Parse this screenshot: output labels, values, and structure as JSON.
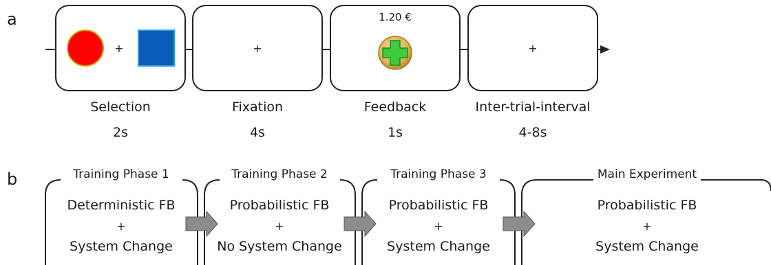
{
  "panel_a": {
    "letter": "a",
    "stages": [
      {
        "name": "Selection",
        "duration": "2s"
      },
      {
        "name": "Fixation",
        "duration": "4s"
      },
      {
        "name": "Feedback",
        "duration": "1s",
        "amount": "1.20 €"
      },
      {
        "name": "Inter-trial-interval",
        "duration": "4-8s"
      }
    ],
    "fixation_symbol": "+",
    "stimuli": {
      "circle_color": "#ff0000",
      "square_color": "#0b5cb8",
      "coin_color": "#e1b85a",
      "cross_color": "#3ecb3e"
    }
  },
  "panel_b": {
    "letter": "b",
    "phases": [
      {
        "title": "Training Phase 1",
        "line1": "Deterministic FB",
        "plus": "+",
        "line2": "System Change"
      },
      {
        "title": "Training Phase 2",
        "line1": "Probabilistic FB",
        "plus": "+",
        "line2": "No System Change"
      },
      {
        "title": "Training Phase 3",
        "line1": "Probabilistic FB",
        "plus": "+",
        "line2": "System Change"
      },
      {
        "title": "Main Experiment",
        "line1": "Probabilistic FB",
        "plus": "+",
        "line2": "System Change"
      }
    ],
    "arrow_color": "#8c8c8c"
  }
}
